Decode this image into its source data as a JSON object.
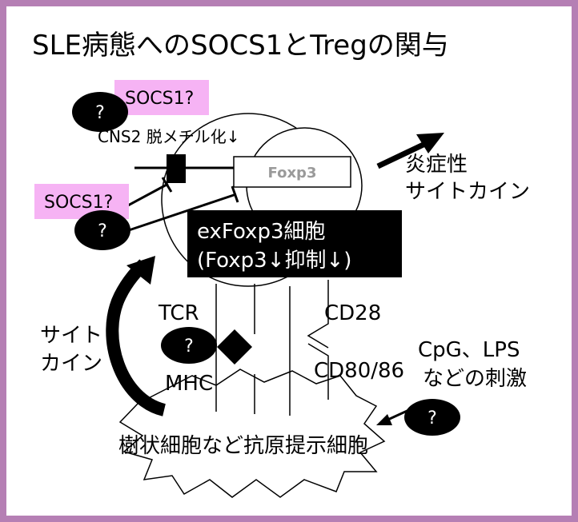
{
  "title": "SLE病態へのSOCS1とTregの関与",
  "labels": {
    "socs1_top": "SOCS1?",
    "socs1_left": "SOCS1?",
    "cns2": "CNS2 脱メチル化↓",
    "foxp3": "Foxp3",
    "exfoxp3_line1": "exFoxp3細胞",
    "exfoxp3_line2": "(Foxp3↓抑制↓)",
    "inflam_line1": "炎症性",
    "inflam_line2": "サイトカイン",
    "cyto_line1": "サイト",
    "cyto_line2": "カイン",
    "tcr": "TCR",
    "mhc": "MHC",
    "cd28": "CD28",
    "cd80": "CD80/86",
    "cpg_line1": "CpG、LPS",
    "cpg_line2": "などの刺激",
    "apc": "樹状細胞など抗原提示細胞",
    "question": "?"
  },
  "colors": {
    "border": "#b57fb4",
    "pink_label": "#f6b3f4",
    "black": "#000000",
    "gray_text": "#9a9a9a"
  }
}
